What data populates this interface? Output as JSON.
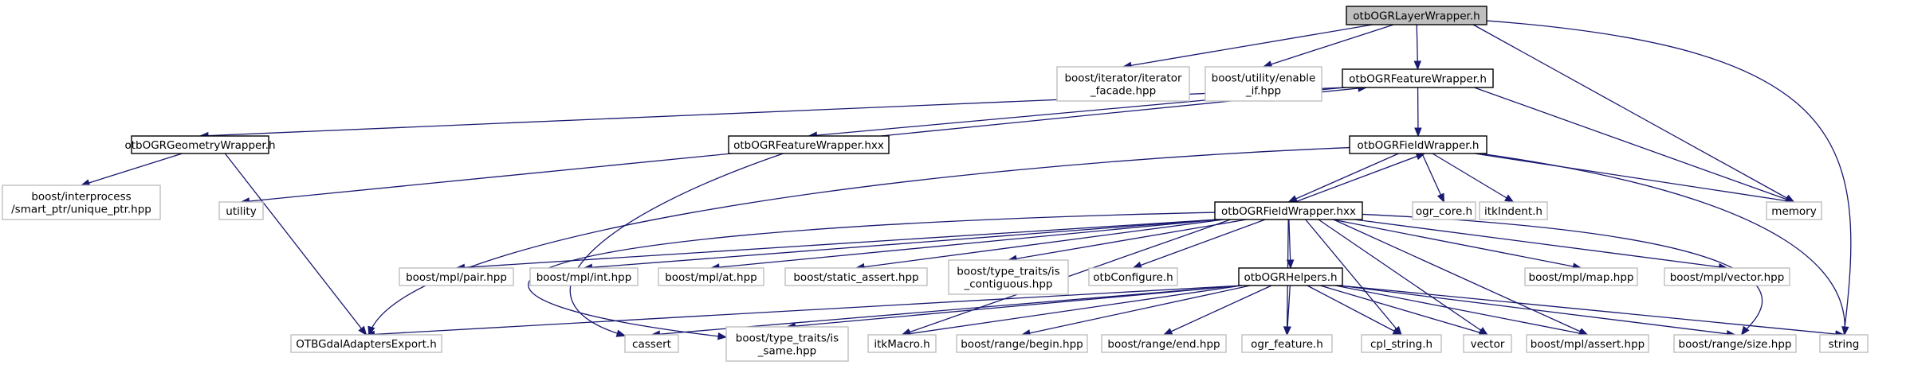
{
  "colors": {
    "edge": "#191970",
    "root_fill": "#bfbfbf",
    "dark_border": "#000000",
    "light_border": "#bfbfbf"
  },
  "nodes": {
    "layerwrapper_h": {
      "lines": [
        "otbOGRLayerWrapper.h"
      ],
      "style": "root"
    },
    "iterator_facade": {
      "lines": [
        "boost/iterator/iterator",
        "_facade.hpp"
      ],
      "style": "light"
    },
    "enable_if": {
      "lines": [
        "boost/utility/enable",
        "_if.hpp"
      ],
      "style": "light"
    },
    "featurewrapper_h": {
      "lines": [
        "otbOGRFeatureWrapper.h"
      ],
      "style": "dark"
    },
    "geometrywrapper_h": {
      "lines": [
        "otbOGRGeometryWrapper.h"
      ],
      "style": "dark"
    },
    "featurewrapper_hxx": {
      "lines": [
        "otbOGRFeatureWrapper.hxx"
      ],
      "style": "dark"
    },
    "fieldwrapper_h": {
      "lines": [
        "otbOGRFieldWrapper.h"
      ],
      "style": "dark"
    },
    "smart_ptr": {
      "lines": [
        "boost/interprocess",
        "/smart_ptr/unique_ptr.hpp"
      ],
      "style": "light"
    },
    "utility": {
      "lines": [
        "utility"
      ],
      "style": "light"
    },
    "fieldwrapper_hxx": {
      "lines": [
        "otbOGRFieldWrapper.hxx"
      ],
      "style": "dark"
    },
    "ogr_core": {
      "lines": [
        "ogr_core.h"
      ],
      "style": "light"
    },
    "itkindent": {
      "lines": [
        "itkIndent.h"
      ],
      "style": "light"
    },
    "memory": {
      "lines": [
        "memory"
      ],
      "style": "light"
    },
    "mpl_pair": {
      "lines": [
        "boost/mpl/pair.hpp"
      ],
      "style": "light"
    },
    "mpl_int": {
      "lines": [
        "boost/mpl/int.hpp"
      ],
      "style": "light"
    },
    "mpl_at": {
      "lines": [
        "boost/mpl/at.hpp"
      ],
      "style": "light"
    },
    "static_assert": {
      "lines": [
        "boost/static_assert.hpp"
      ],
      "style": "light"
    },
    "is_contiguous": {
      "lines": [
        "boost/type_traits/is",
        "_contiguous.hpp"
      ],
      "style": "light"
    },
    "otbconfigure": {
      "lines": [
        "otbConfigure.h"
      ],
      "style": "light"
    },
    "ogrhelpers": {
      "lines": [
        "otbOGRHelpers.h"
      ],
      "style": "dark"
    },
    "mpl_map": {
      "lines": [
        "boost/mpl/map.hpp"
      ],
      "style": "light"
    },
    "mpl_vector": {
      "lines": [
        "boost/mpl/vector.hpp"
      ],
      "style": "light"
    },
    "gdaladapters": {
      "lines": [
        "OTBGdalAdaptersExport.h"
      ],
      "style": "light"
    },
    "cassert": {
      "lines": [
        "cassert"
      ],
      "style": "light"
    },
    "is_same": {
      "lines": [
        "boost/type_traits/is",
        "_same.hpp"
      ],
      "style": "light"
    },
    "itkmacro": {
      "lines": [
        "itkMacro.h"
      ],
      "style": "light"
    },
    "range_begin": {
      "lines": [
        "boost/range/begin.hpp"
      ],
      "style": "light"
    },
    "range_end": {
      "lines": [
        "boost/range/end.hpp"
      ],
      "style": "light"
    },
    "ogr_feature": {
      "lines": [
        "ogr_feature.h"
      ],
      "style": "light"
    },
    "cpl_string": {
      "lines": [
        "cpl_string.h"
      ],
      "style": "light"
    },
    "vector": {
      "lines": [
        "vector"
      ],
      "style": "light"
    },
    "mpl_assert": {
      "lines": [
        "boost/mpl/assert.hpp"
      ],
      "style": "light"
    },
    "range_size": {
      "lines": [
        "boost/range/size.hpp"
      ],
      "style": "light"
    },
    "string": {
      "lines": [
        "string"
      ],
      "style": "light"
    }
  },
  "edges": [
    [
      "layerwrapper_h",
      "iterator_facade"
    ],
    [
      "layerwrapper_h",
      "enable_if"
    ],
    [
      "layerwrapper_h",
      "featurewrapper_h"
    ],
    [
      "layerwrapper_h",
      "memory"
    ],
    [
      "layerwrapper_h",
      "string"
    ],
    [
      "featurewrapper_h",
      "geometrywrapper_h"
    ],
    [
      "featurewrapper_h",
      "featurewrapper_hxx"
    ],
    [
      "featurewrapper_h",
      "fieldwrapper_h"
    ],
    [
      "featurewrapper_h",
      "memory"
    ],
    [
      "featurewrapper_hxx",
      "featurewrapper_h"
    ],
    [
      "featurewrapper_hxx",
      "utility"
    ],
    [
      "featurewrapper_hxx",
      "cassert"
    ],
    [
      "geometrywrapper_h",
      "smart_ptr"
    ],
    [
      "geometrywrapper_h",
      "gdaladapters"
    ],
    [
      "fieldwrapper_h",
      "fieldwrapper_hxx"
    ],
    [
      "fieldwrapper_h",
      "ogr_core"
    ],
    [
      "fieldwrapper_h",
      "itkindent"
    ],
    [
      "fieldwrapper_h",
      "memory"
    ],
    [
      "fieldwrapper_h",
      "string"
    ],
    [
      "fieldwrapper_h",
      "gdaladapters"
    ],
    [
      "fieldwrapper_hxx",
      "fieldwrapper_h"
    ],
    [
      "fieldwrapper_hxx",
      "mpl_pair"
    ],
    [
      "fieldwrapper_hxx",
      "mpl_int"
    ],
    [
      "fieldwrapper_hxx",
      "mpl_at"
    ],
    [
      "fieldwrapper_hxx",
      "static_assert"
    ],
    [
      "fieldwrapper_hxx",
      "is_contiguous"
    ],
    [
      "fieldwrapper_hxx",
      "otbconfigure"
    ],
    [
      "fieldwrapper_hxx",
      "ogrhelpers"
    ],
    [
      "fieldwrapper_hxx",
      "mpl_map"
    ],
    [
      "fieldwrapper_hxx",
      "mpl_vector"
    ],
    [
      "fieldwrapper_hxx",
      "is_same"
    ],
    [
      "fieldwrapper_hxx",
      "itkmacro"
    ],
    [
      "fieldwrapper_hxx",
      "ogr_feature"
    ],
    [
      "fieldwrapper_hxx",
      "cpl_string"
    ],
    [
      "fieldwrapper_hxx",
      "vector"
    ],
    [
      "fieldwrapper_hxx",
      "mpl_assert"
    ],
    [
      "fieldwrapper_hxx",
      "range_size"
    ],
    [
      "ogrhelpers",
      "gdaladapters"
    ],
    [
      "ogrhelpers",
      "cassert"
    ],
    [
      "ogrhelpers",
      "is_same"
    ],
    [
      "ogrhelpers",
      "itkmacro"
    ],
    [
      "ogrhelpers",
      "range_begin"
    ],
    [
      "ogrhelpers",
      "range_end"
    ],
    [
      "ogrhelpers",
      "ogr_feature"
    ],
    [
      "ogrhelpers",
      "cpl_string"
    ],
    [
      "ogrhelpers",
      "vector"
    ],
    [
      "ogrhelpers",
      "mpl_assert"
    ],
    [
      "ogrhelpers",
      "range_size"
    ],
    [
      "ogrhelpers",
      "string"
    ]
  ]
}
